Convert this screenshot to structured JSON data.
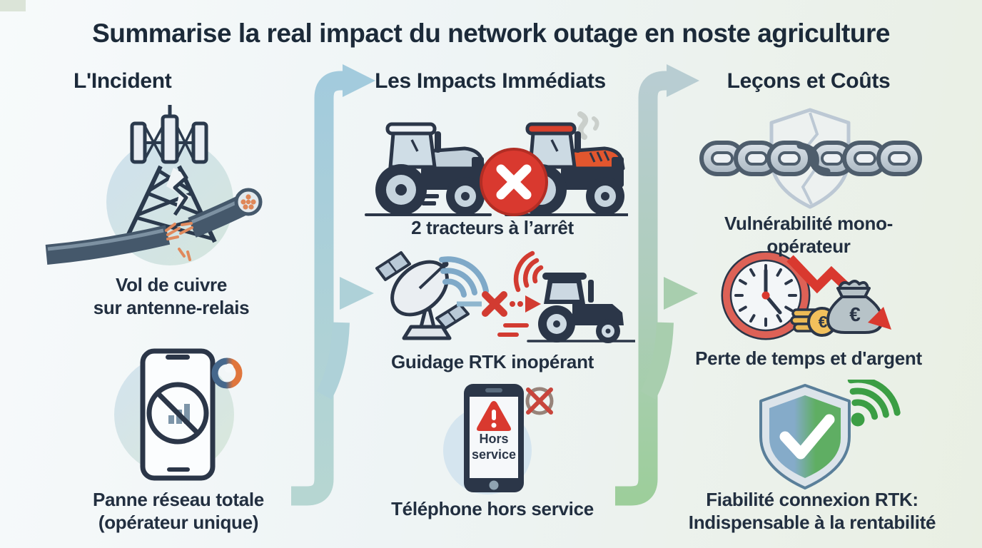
{
  "title": "Summarise  la real impact du network outage en noste agriculture",
  "columns": [
    {
      "header": "L'Incident",
      "items": [
        {
          "icon": "cell-tower-cut-cable",
          "caption": [
            "Vol de cuivre",
            "sur antenne-relais"
          ]
        },
        {
          "icon": "phone-no-signal",
          "caption": [
            "Panne réseau totale",
            "(opérateur unique)"
          ]
        }
      ]
    },
    {
      "header": "Les Impacts Immédiats",
      "items": [
        {
          "icon": "two-tractors-stopped",
          "caption": [
            "2 tracteurs à l’arrêt"
          ]
        },
        {
          "icon": "satellite-rtk-link-broken",
          "caption": [
            "Guidage RTK inopérant"
          ]
        },
        {
          "icon": "phone-out-of-service",
          "caption": [
            "Téléphone hors service"
          ],
          "screen_text": [
            "Hors",
            "service"
          ]
        }
      ]
    },
    {
      "header": "Leçons et Coûts",
      "items": [
        {
          "icon": "broken-chain-cracked-shield",
          "caption": [
            "Vulnérabilité mono-opérateur"
          ]
        },
        {
          "icon": "clock-money-loss-arrow",
          "caption": [
            "Perte de temps et d'argent"
          ]
        },
        {
          "icon": "shield-check-wifi",
          "caption": [
            "Fiabilité connexion RTK:",
            "Indispensable à la rentabilité"
          ]
        }
      ]
    }
  ],
  "symbols": {
    "euro": "€"
  },
  "colors": {
    "arrow_blue": "#a8cedd",
    "arrow_green": "#9dce9b",
    "alert_red": "#d9392f",
    "dark_navy": "#2b3648",
    "copper_orange": "#e0895c",
    "wifi_green": "#3b9e44"
  }
}
